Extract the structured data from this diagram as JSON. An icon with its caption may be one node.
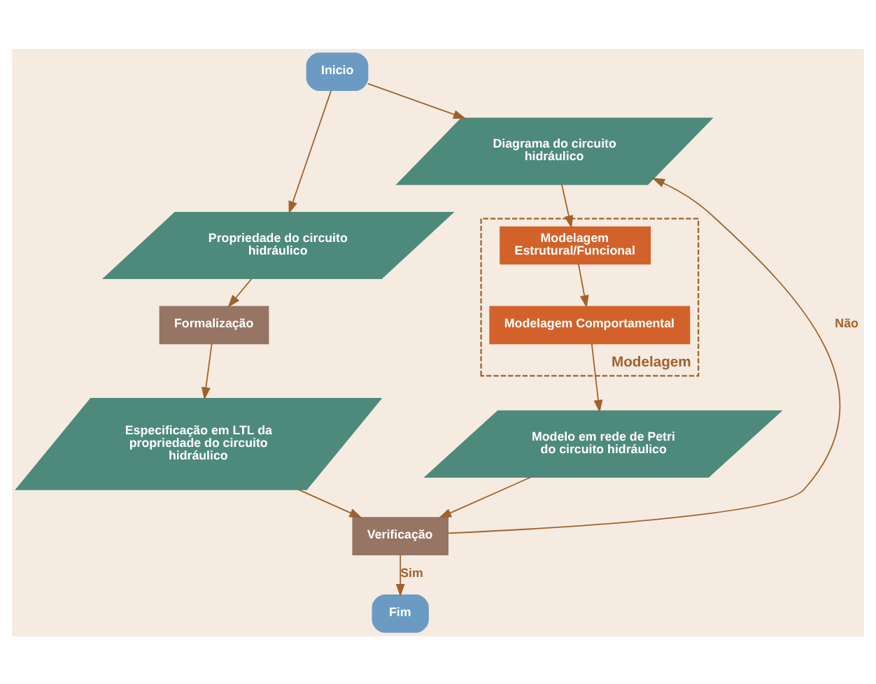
{
  "diagram": {
    "nodes": [
      {
        "text": [
          "Inicio"
        ]
      },
      {
        "text": [
          "Propriedade do circuito hidráulico"
        ]
      },
      {
        "text": [
          "Formalização"
        ]
      },
      {
        "text": [
          "Especificação em LTL da propriedade do circuito hidráulico"
        ]
      },
      {
        "text": [
          "Diagrama do circuito hidráulico"
        ]
      },
      {
        "text": [
          "Modelagem"
        ]
      },
      {
        "text": [
          "Modelagem Estrutural/Funcional"
        ],
        "in": 5
      },
      {
        "text": [
          "Modelagem Comportamental"
        ],
        "in": 5
      },
      {
        "text": [
          "Modelo em rede de Petri do circuito hidráulico"
        ]
      },
      {
        "text": [
          "Verificação"
        ]
      },
      {
        "text": [
          "Fim"
        ]
      }
    ],
    "edges": [
      {
        "from": 0,
        "to": 1,
        "arrow": "to"
      },
      {
        "from": 0,
        "to": 4,
        "arrow": "to"
      },
      {
        "from": 1,
        "to": 2,
        "arrow": "to"
      },
      {
        "from": 2,
        "to": 3,
        "arrow": "to"
      },
      {
        "from": 4,
        "to": 6,
        "arrow": "to"
      },
      {
        "from": 6,
        "to": 7,
        "arrow": "to"
      },
      {
        "from": 7,
        "to": 8,
        "arrow": "to"
      },
      {
        "from": 3,
        "to": 9,
        "arrow": "to"
      },
      {
        "from": 8,
        "to": 9,
        "arrow": "to"
      },
      {
        "from": 9,
        "to": 4,
        "arrow": "to",
        "label": "Não"
      },
      {
        "from": 9,
        "to": 10,
        "arrow": "to",
        "label": "Sim"
      }
    ]
  }
}
